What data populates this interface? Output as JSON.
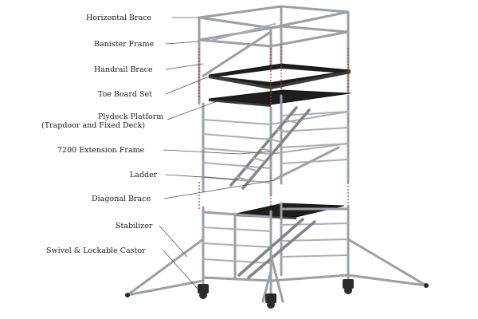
{
  "labels": [
    {
      "id": "horizontal-brace",
      "text": "Horizontal Brace"
    },
    {
      "id": "banister-frame",
      "text": "Banister Frame"
    },
    {
      "id": "handrail-brace",
      "text": "Handrail Brace"
    },
    {
      "id": "toe-board-set",
      "text": "Toe Board Set"
    },
    {
      "id": "plydeck-platform-1",
      "text": "Plydeck Platform"
    },
    {
      "id": "plydeck-platform-2",
      "text": "(Trapdoor and Fixed Deck)"
    },
    {
      "id": "extension-frame",
      "text": "7200 Extension Frame"
    },
    {
      "id": "ladder",
      "text": "Ladder"
    },
    {
      "id": "diagonal-brace",
      "text": "Diagonal Brace"
    },
    {
      "id": "stabilizer",
      "text": "Stabilizer"
    },
    {
      "id": "swivel-castor",
      "text": "Swivel & Lockable Castor"
    }
  ],
  "colors": {
    "tube": "#9aa0a6",
    "deck": "#1e1e1e",
    "pin": "#c0392b"
  }
}
